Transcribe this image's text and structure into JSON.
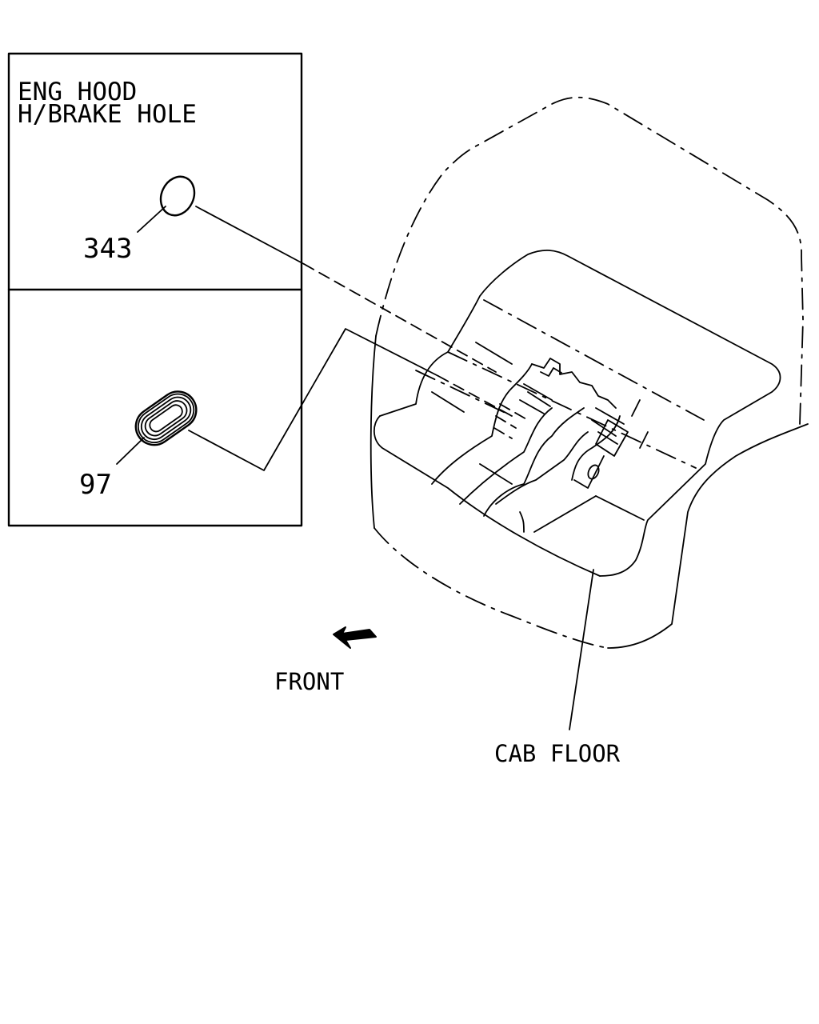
{
  "inset": {
    "title_line1": "ENG HOOD",
    "title_line2": "H/BRAKE HOLE"
  },
  "parts": [
    {
      "number": "343",
      "icon": "round-plug-icon"
    },
    {
      "number": "97",
      "icon": "oval-grommet-icon"
    }
  ],
  "labels": {
    "front": "FRONT",
    "cab_floor": "CAB FLOOR"
  }
}
